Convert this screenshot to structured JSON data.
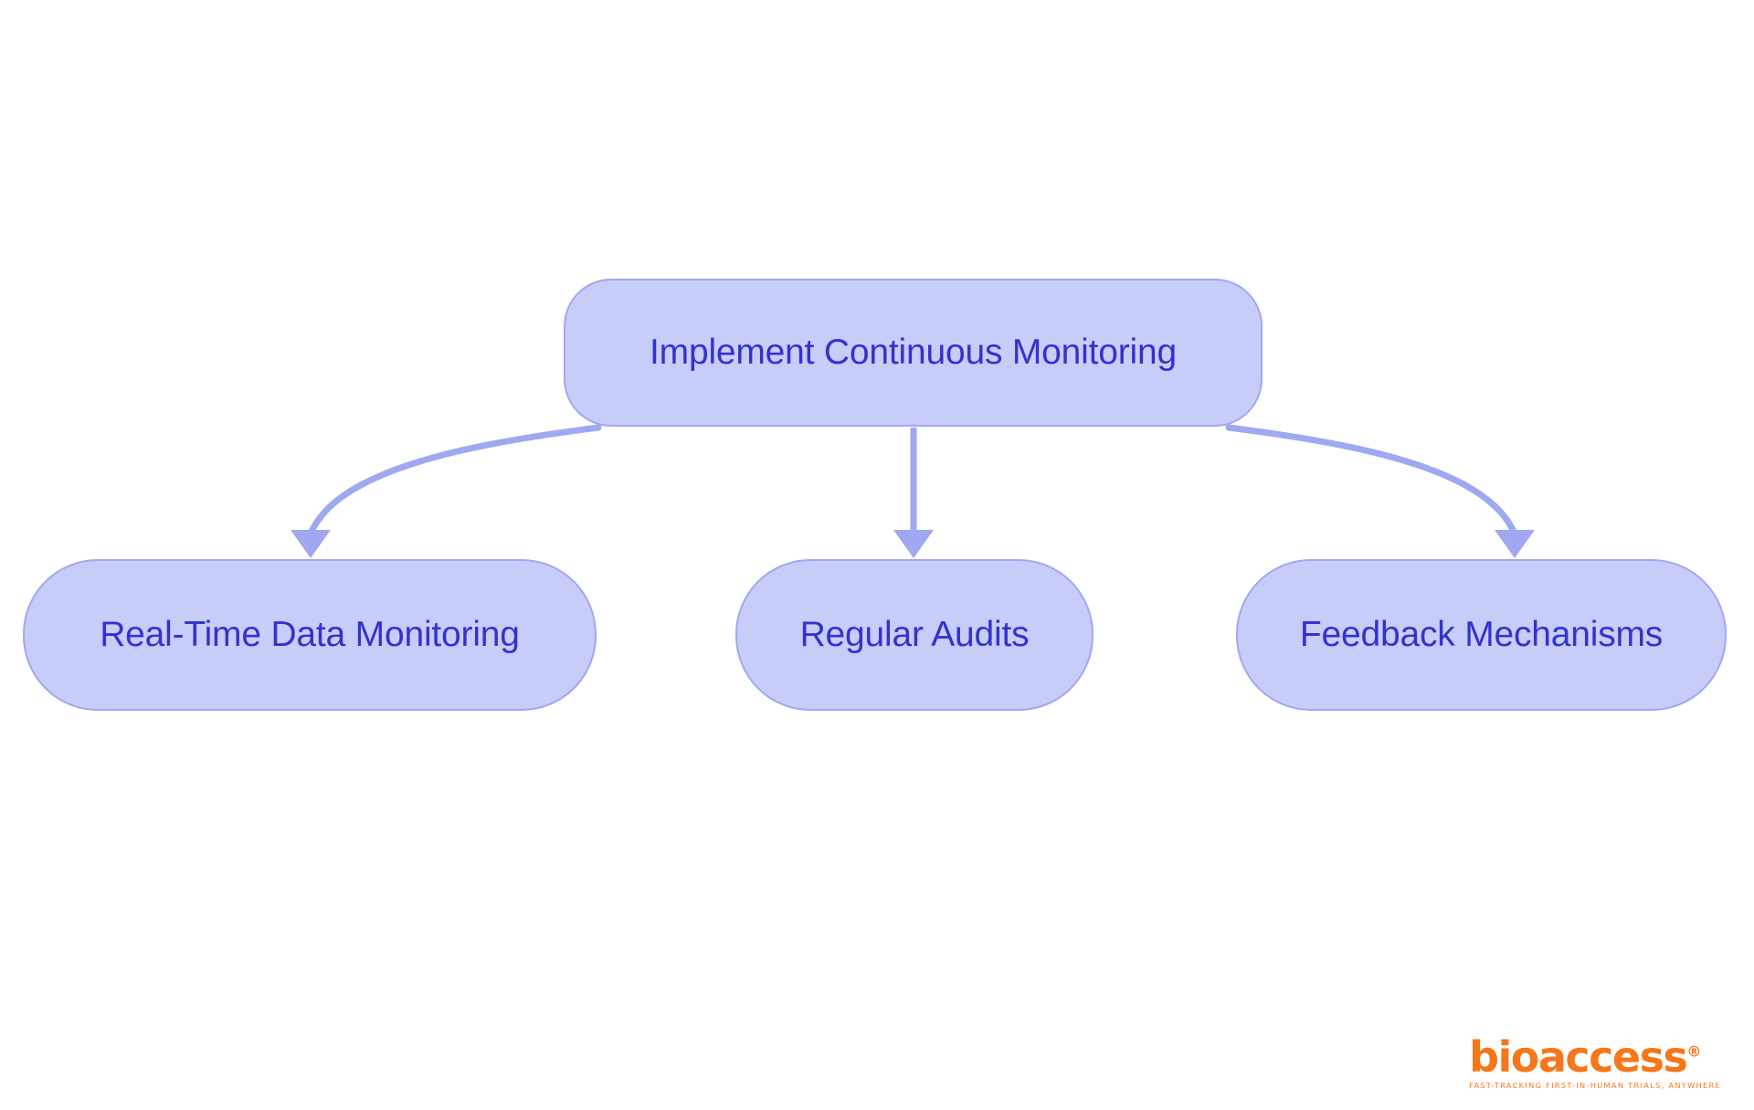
{
  "diagram": {
    "type": "flowchart",
    "orientation": "top-down",
    "background_color": "#ffffff",
    "node_fill_color": "#c8ccf9",
    "node_border_color": "#9fa8f0",
    "node_text_color": "#3333cc",
    "edge_color": "#9fa8f0",
    "nodes": [
      {
        "id": "root",
        "label": "Implement Continuous Monitoring",
        "level": 0
      },
      {
        "id": "realtime",
        "label": "Real-Time Data Monitoring",
        "level": 1
      },
      {
        "id": "audits",
        "label": "Regular Audits",
        "level": 1
      },
      {
        "id": "feedback",
        "label": "Feedback Mechanisms",
        "level": 1
      }
    ],
    "edges": [
      {
        "from": "root",
        "to": "realtime",
        "style": "curved",
        "arrowhead": "triangle"
      },
      {
        "from": "root",
        "to": "audits",
        "style": "straight",
        "arrowhead": "triangle"
      },
      {
        "from": "root",
        "to": "feedback",
        "style": "curved",
        "arrowhead": "triangle"
      }
    ]
  },
  "logo": {
    "wordmark": "bioaccess",
    "registered_mark": "®",
    "tagline": "FAST-TRACKING FIRST-IN-HUMAN TRIALS, ANYWHERE",
    "color": "#f6761a"
  }
}
